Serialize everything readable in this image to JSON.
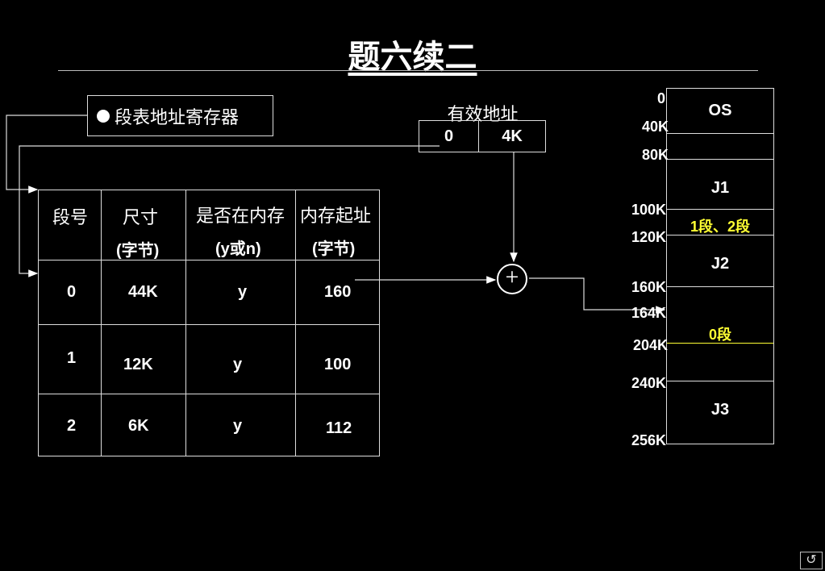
{
  "title": "题六续二",
  "segment_register": {
    "label": "段表地址寄存器"
  },
  "effective_address": {
    "label": "有效地址",
    "segment": "0",
    "offset": "4K"
  },
  "segment_table": {
    "headers": [
      {
        "line1": "段号",
        "line2": ""
      },
      {
        "line1": "尺寸",
        "line2": "(字节)"
      },
      {
        "line1": "是否在内存",
        "line2": "(y或n)"
      },
      {
        "line1": "内存起址",
        "line2": "(字节)"
      }
    ],
    "rows": [
      {
        "seg": "0",
        "size": "44K",
        "in_mem": "y",
        "start": "160"
      },
      {
        "seg": "1",
        "size": "12K",
        "in_mem": "y",
        "start": "100"
      },
      {
        "seg": "2",
        "size": "6K",
        "in_mem": "y",
        "start": "112"
      }
    ]
  },
  "adder": {
    "symbol": "+"
  },
  "memory": {
    "addresses": [
      "0",
      "40K",
      "80K",
      "100K",
      "120K",
      "160K",
      "164K",
      "204K",
      "240K",
      "256K"
    ],
    "blocks": [
      {
        "label": "OS"
      },
      {
        "label": "J1"
      },
      {
        "label": "1段、2段",
        "color": "#ffff33"
      },
      {
        "label": "J2"
      },
      {
        "label": "0段",
        "color": "#ffff33"
      },
      {
        "label": "J3"
      }
    ]
  },
  "nav": {
    "return_icon": "return-icon"
  }
}
